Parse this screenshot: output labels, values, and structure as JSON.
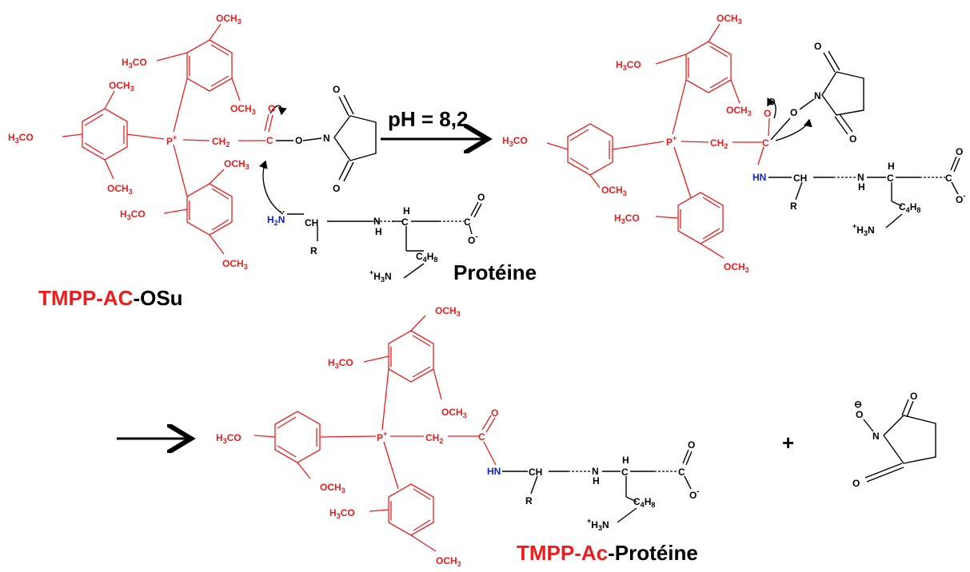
{
  "colors": {
    "reagent_red": "#ee1c1c",
    "amine_blue": "#0f1fd6",
    "ink": "#000000"
  },
  "labels": {
    "reagent_name_red": "TMPP-AC",
    "reagent_name_black": "-OSu",
    "protein": "Protéine",
    "condition": "pH = 8,2",
    "product_name_red": "TMPP-Ac",
    "product_name_black": "-Protéine",
    "plus": "+"
  },
  "atoms": {
    "och3": "OCH",
    "h3co": "H",
    "h3co_tail": "CO",
    "three": "3",
    "phosphorus": "P",
    "plus_sup": "+",
    "minus_sup": "-",
    "ch2": "CH",
    "two": "2",
    "carbon": "C",
    "oxygen": "O",
    "nitrogen": "N",
    "ch": "CH",
    "h": "H",
    "nh": "N",
    "hn": "HN",
    "r": "R",
    "c4h8": "C",
    "four": "4",
    "eight": "8",
    "h2n": "H",
    "h3n": "H",
    "minus_circle": "⊖"
  }
}
